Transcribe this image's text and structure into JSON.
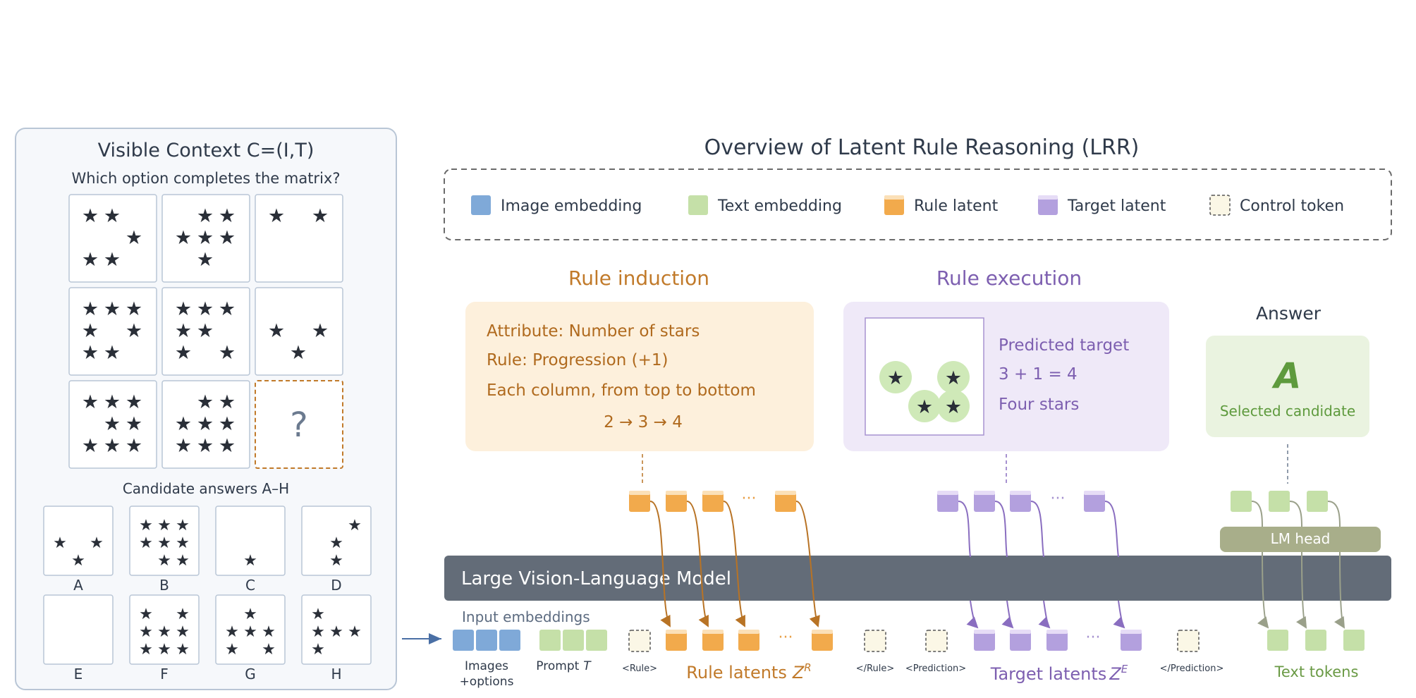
{
  "context_panel": {
    "title": "Visible Context  C=(I,T)",
    "question": "Which option completes the matrix?",
    "missing_symbol": "?",
    "candidates_title": "Candidate answers A–H",
    "candidate_letters": [
      "A",
      "B",
      "C",
      "D",
      "E",
      "F",
      "G",
      "H"
    ],
    "matrix_star_counts": [
      5,
      6,
      2,
      7,
      7,
      3,
      8,
      8
    ],
    "candidate_star_counts": [
      3,
      8,
      1,
      3,
      0,
      8,
      6,
      5
    ],
    "star_glyph": "★"
  },
  "overview": {
    "title": "Overview of Latent Rule Reasoning (LRR)",
    "legend": [
      {
        "label": "Image embedding",
        "color": "#7fa9d8"
      },
      {
        "label": "Text embedding",
        "color": "#c5e0a8"
      },
      {
        "label": "Rule latent",
        "color": "#f2aa4c"
      },
      {
        "label": "Target latent",
        "color": "#b3a0de"
      },
      {
        "label": "Control token",
        "color": "#fbf7e6"
      }
    ]
  },
  "rule_induction": {
    "title": "Rule induction",
    "lines": [
      "Attribute: Number of stars",
      "Rule: Progression (+1)",
      "Each column, from top to bottom",
      "2 → 3 → 4"
    ]
  },
  "rule_execution": {
    "title": "Rule execution",
    "lines": [
      "Predicted target",
      "3 + 1 = 4",
      "Four stars"
    ],
    "star_glyph": "★"
  },
  "answer": {
    "title": "Answer",
    "letter": "A",
    "subtitle": "Selected candidate"
  },
  "model": {
    "vlm_label": "Large Vision-Language Model",
    "lm_head": "LM head",
    "input_embeddings": "Input embeddings",
    "dots": "···"
  },
  "bottom_labels": {
    "images_line1": "Images",
    "images_line2": "+options",
    "prompt": "Prompt",
    "prompt_symbol": "T",
    "rule_open": "<Rule>",
    "rule_latents": "Rule latents",
    "rule_latents_symbol": "Z",
    "rule_latents_sup": "R",
    "rule_close": "</Rule>",
    "prediction_open": "<Prediction>",
    "target_latents": "Target latents",
    "target_latents_symbol": "Z",
    "target_latents_sup": "E",
    "prediction_close": "</Prediction>",
    "text_tokens": "Text tokens"
  }
}
